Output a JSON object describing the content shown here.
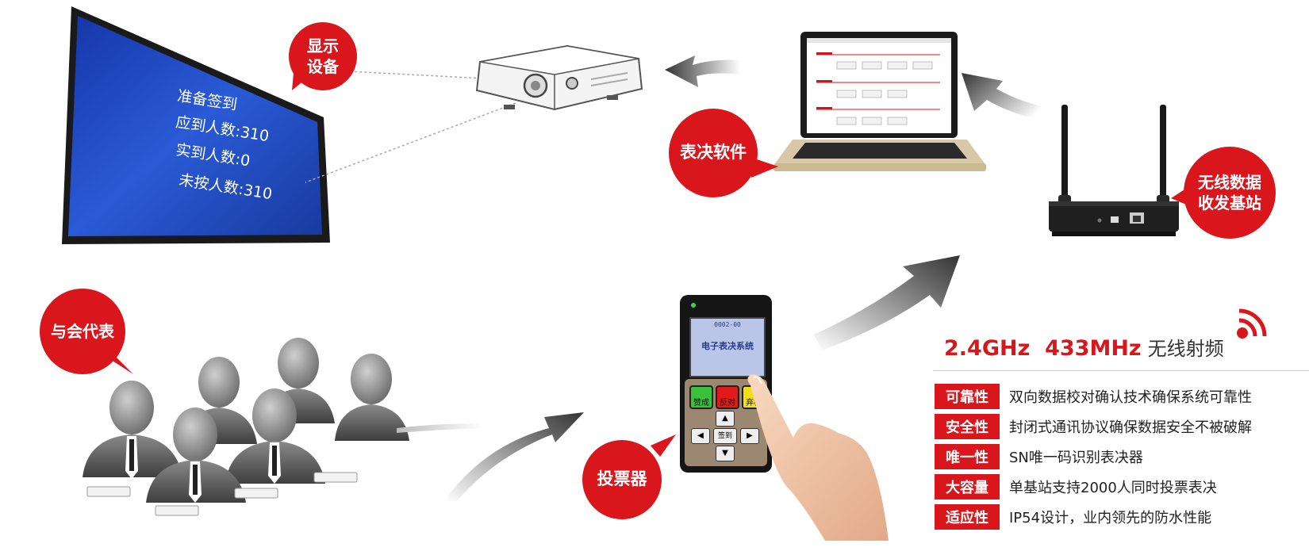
{
  "screen": {
    "line1": "准备签到",
    "line2": "应到人数:310",
    "line3": "实到人数:0",
    "line4": "未按人数:310"
  },
  "labels": {
    "display_line1": "显示",
    "display_line2": "设备",
    "software": "表决软件",
    "base_line1": "无线数据",
    "base_line2": "收发基站",
    "delegates": "与会代表",
    "voter": "投票器"
  },
  "keypad": {
    "header": "0002-00",
    "title": "电子表决系统",
    "yes": "赞成",
    "no": "反对",
    "abstain": "弃权",
    "signin": "签到"
  },
  "radio": {
    "freq": "2.4GHz  433MHz",
    "desc": "无线射频"
  },
  "features": [
    {
      "label": "可靠性",
      "text": "双向数据校对确认技术确保系统可靠性"
    },
    {
      "label": "安全性",
      "text": "封闭式通讯协议确保数据安全不被破解"
    },
    {
      "label": "唯一性",
      "text": "SN唯一码识别表决器"
    },
    {
      "label": "大容量",
      "text": "单基站支持2000人同时投票表决"
    },
    {
      "label": "适应性",
      "text": "IP54设计，业内领先的防水性能"
    }
  ],
  "colors": {
    "accent": "#d9161c",
    "screen_blue": "#1f47b8"
  }
}
